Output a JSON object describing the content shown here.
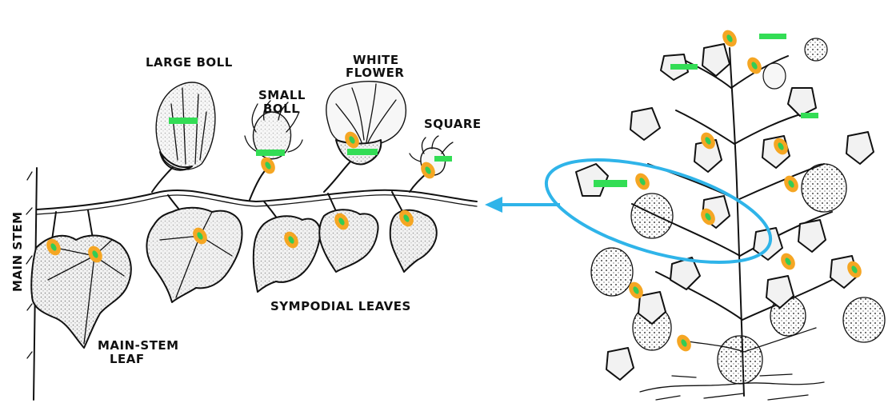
{
  "labels": {
    "large_boll": "LARGE BOLL",
    "small_boll_1": "SMALL",
    "small_boll_2": "BOLL",
    "white_flower_1": "WHITE",
    "white_flower_2": "FLOWER",
    "square": "SQUARE",
    "main_stem": "MAIN STEM",
    "sympodial_leaves": "SYMPODIAL LEAVES",
    "main_stem_leaf_1": "MAIN-STEM",
    "main_stem_leaf_2": "LEAF"
  },
  "colors": {
    "marker_fill": "#f5a623",
    "marker_center": "#33cc55",
    "bar": "#33dd55",
    "highlight_ellipse": "#2fb4e9",
    "arrow": "#2fb4e9",
    "ink": "#111111"
  }
}
